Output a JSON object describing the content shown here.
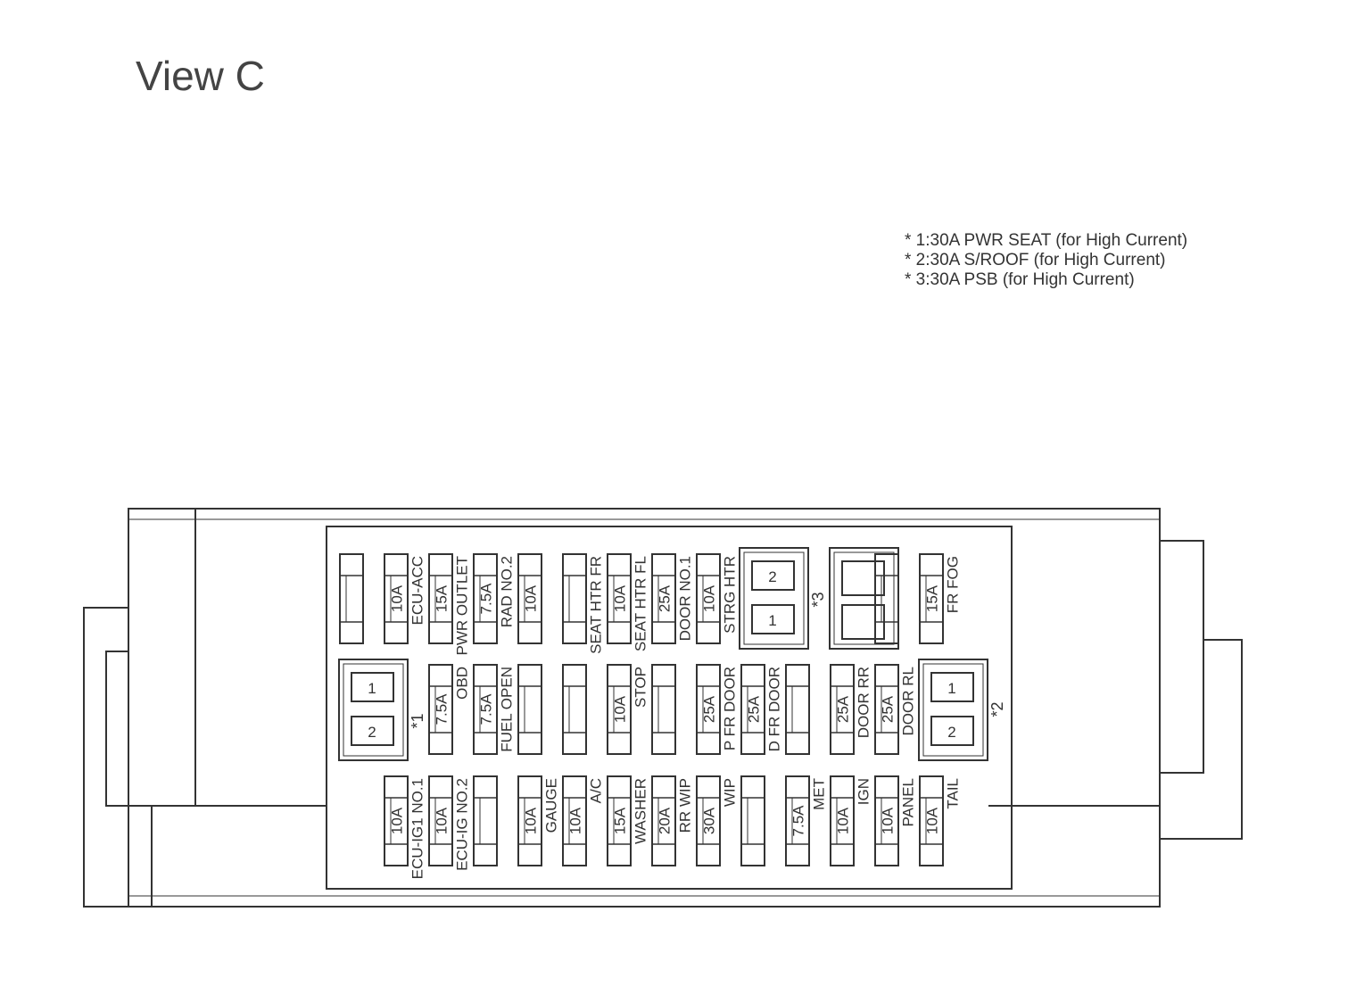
{
  "title": "View C",
  "notes": [
    "* 1:30A PWR SEAT (for High Current)",
    "* 2:30A S/ROOF (for High Current)",
    "* 3:30A PSB (for High Current)"
  ],
  "fuses": [
    {
      "col": 0,
      "row": 0,
      "amp": "",
      "label": ""
    },
    {
      "col": 1,
      "row": 0,
      "amp": "10A",
      "label": "ECU-ACC"
    },
    {
      "col": 2,
      "row": 0,
      "amp": "15A",
      "label": "PWR OUTLET"
    },
    {
      "col": 3,
      "row": 0,
      "amp": "7.5A",
      "label": "RAD NO.2"
    },
    {
      "col": 4,
      "row": 0,
      "amp": "10A",
      "label": ""
    },
    {
      "col": 5,
      "row": 0,
      "amp": "",
      "label": "SEAT HTR FR"
    },
    {
      "col": 6,
      "row": 0,
      "amp": "10A",
      "label": "SEAT HTR FL"
    },
    {
      "col": 7,
      "row": 0,
      "amp": "25A",
      "label": "DOOR NO.1"
    },
    {
      "col": 8,
      "row": 0,
      "amp": "10A",
      "label": "STRG HTR"
    },
    {
      "col": 12,
      "row": 0,
      "amp": "",
      "label": ""
    },
    {
      "col": 13,
      "row": 0,
      "amp": "15A",
      "label": "FR FOG"
    },
    {
      "col": 2,
      "row": 1,
      "amp": "7.5A",
      "label": "OBD"
    },
    {
      "col": 3,
      "row": 1,
      "amp": "7.5A",
      "label": "FUEL OPEN"
    },
    {
      "col": 4,
      "row": 1,
      "amp": "",
      "label": ""
    },
    {
      "col": 5,
      "row": 1,
      "amp": "",
      "label": ""
    },
    {
      "col": 6,
      "row": 1,
      "amp": "10A",
      "label": "STOP"
    },
    {
      "col": 7,
      "row": 1,
      "amp": "",
      "label": ""
    },
    {
      "col": 8,
      "row": 1,
      "amp": "25A",
      "label": "P FR DOOR"
    },
    {
      "col": 9,
      "row": 1,
      "amp": "25A",
      "label": "D FR DOOR"
    },
    {
      "col": 10,
      "row": 1,
      "amp": "",
      "label": ""
    },
    {
      "col": 11,
      "row": 1,
      "amp": "25A",
      "label": "DOOR RR"
    },
    {
      "col": 12,
      "row": 1,
      "amp": "25A",
      "label": "DOOR RL"
    },
    {
      "col": 1,
      "row": 2,
      "amp": "10A",
      "label": "ECU-IG1 NO.1"
    },
    {
      "col": 2,
      "row": 2,
      "amp": "10A",
      "label": "ECU-IG NO.2"
    },
    {
      "col": 3,
      "row": 2,
      "amp": "",
      "label": ""
    },
    {
      "col": 4,
      "row": 2,
      "amp": "10A",
      "label": "GAUGE"
    },
    {
      "col": 5,
      "row": 2,
      "amp": "10A",
      "label": "A/C"
    },
    {
      "col": 6,
      "row": 2,
      "amp": "15A",
      "label": "WASHER"
    },
    {
      "col": 7,
      "row": 2,
      "amp": "20A",
      "label": "RR WIP"
    },
    {
      "col": 8,
      "row": 2,
      "amp": "30A",
      "label": "WIP"
    },
    {
      "col": 9,
      "row": 2,
      "amp": "",
      "label": ""
    },
    {
      "col": 10,
      "row": 2,
      "amp": "7.5A",
      "label": "MET"
    },
    {
      "col": 11,
      "row": 2,
      "amp": "10A",
      "label": "IGN"
    },
    {
      "col": 12,
      "row": 2,
      "amp": "10A",
      "label": "PANEL"
    },
    {
      "col": 13,
      "row": 2,
      "amp": "10A",
      "label": "TAIL"
    }
  ],
  "relays": [
    {
      "id": "r1",
      "tag": "*1",
      "top": "1",
      "bottom": "2"
    },
    {
      "id": "r2",
      "tag": "*2",
      "top": "1",
      "bottom": "2"
    },
    {
      "id": "r3",
      "tag": "*3",
      "top": "2",
      "bottom": "1"
    },
    {
      "id": "r4",
      "tag": "",
      "top": "",
      "bottom": ""
    }
  ]
}
